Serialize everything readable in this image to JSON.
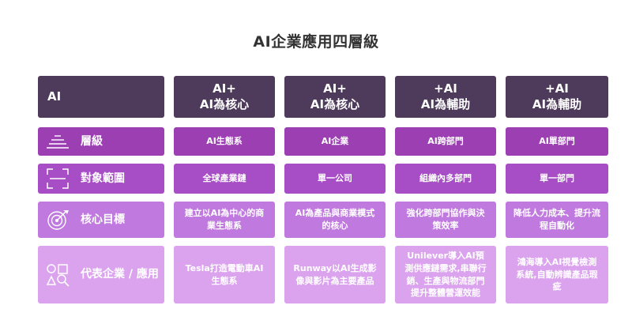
{
  "title": "AI企業應用四層級",
  "header": {
    "corner": "AI",
    "columns": [
      {
        "line1": "AI+",
        "line2": "AI為核心"
      },
      {
        "line1": "AI+",
        "line2": "AI為核心"
      },
      {
        "line1": "+AI",
        "line2": "AI為輔助"
      },
      {
        "line1": "+AI",
        "line2": "AI為輔助"
      }
    ]
  },
  "rows": [
    {
      "label": "層級",
      "icon": "layers-icon",
      "cells": [
        "AI生態系",
        "AI企業",
        "AI跨部門",
        "AI單部門"
      ]
    },
    {
      "label": "對象範圍",
      "icon": "scan-frame-icon",
      "cells": [
        "全球產業鏈",
        "單一公司",
        "組織內多部門",
        "單一部門"
      ]
    },
    {
      "label": "核心目標",
      "icon": "target-icon",
      "cells": [
        "建立以AI為中心的商業生態系",
        "AI為產品與商業模式的核心",
        "強化跨部門協作與決策效率",
        "降低人力成本、提升流程自動化"
      ]
    },
    {
      "label": "代表企業 / 應用",
      "icon": "shapes-search-icon",
      "cells": [
        "Tesla打造電動車AI生態系",
        "Runway以AI生成影像與影片為主要產品",
        "Unilever導入AI預測供應鏈需求,串聯行銷、生產與物流部門提升整體營運效能",
        "鴻海導入AI視覺檢測系統,自動辨識產品瑕疵"
      ]
    }
  ],
  "colors": {
    "header": "#4e3a5a",
    "row1": "#9c3fb3",
    "row2": "#a74dc5",
    "row3": "#c079df",
    "row4": "#dba3ee"
  }
}
